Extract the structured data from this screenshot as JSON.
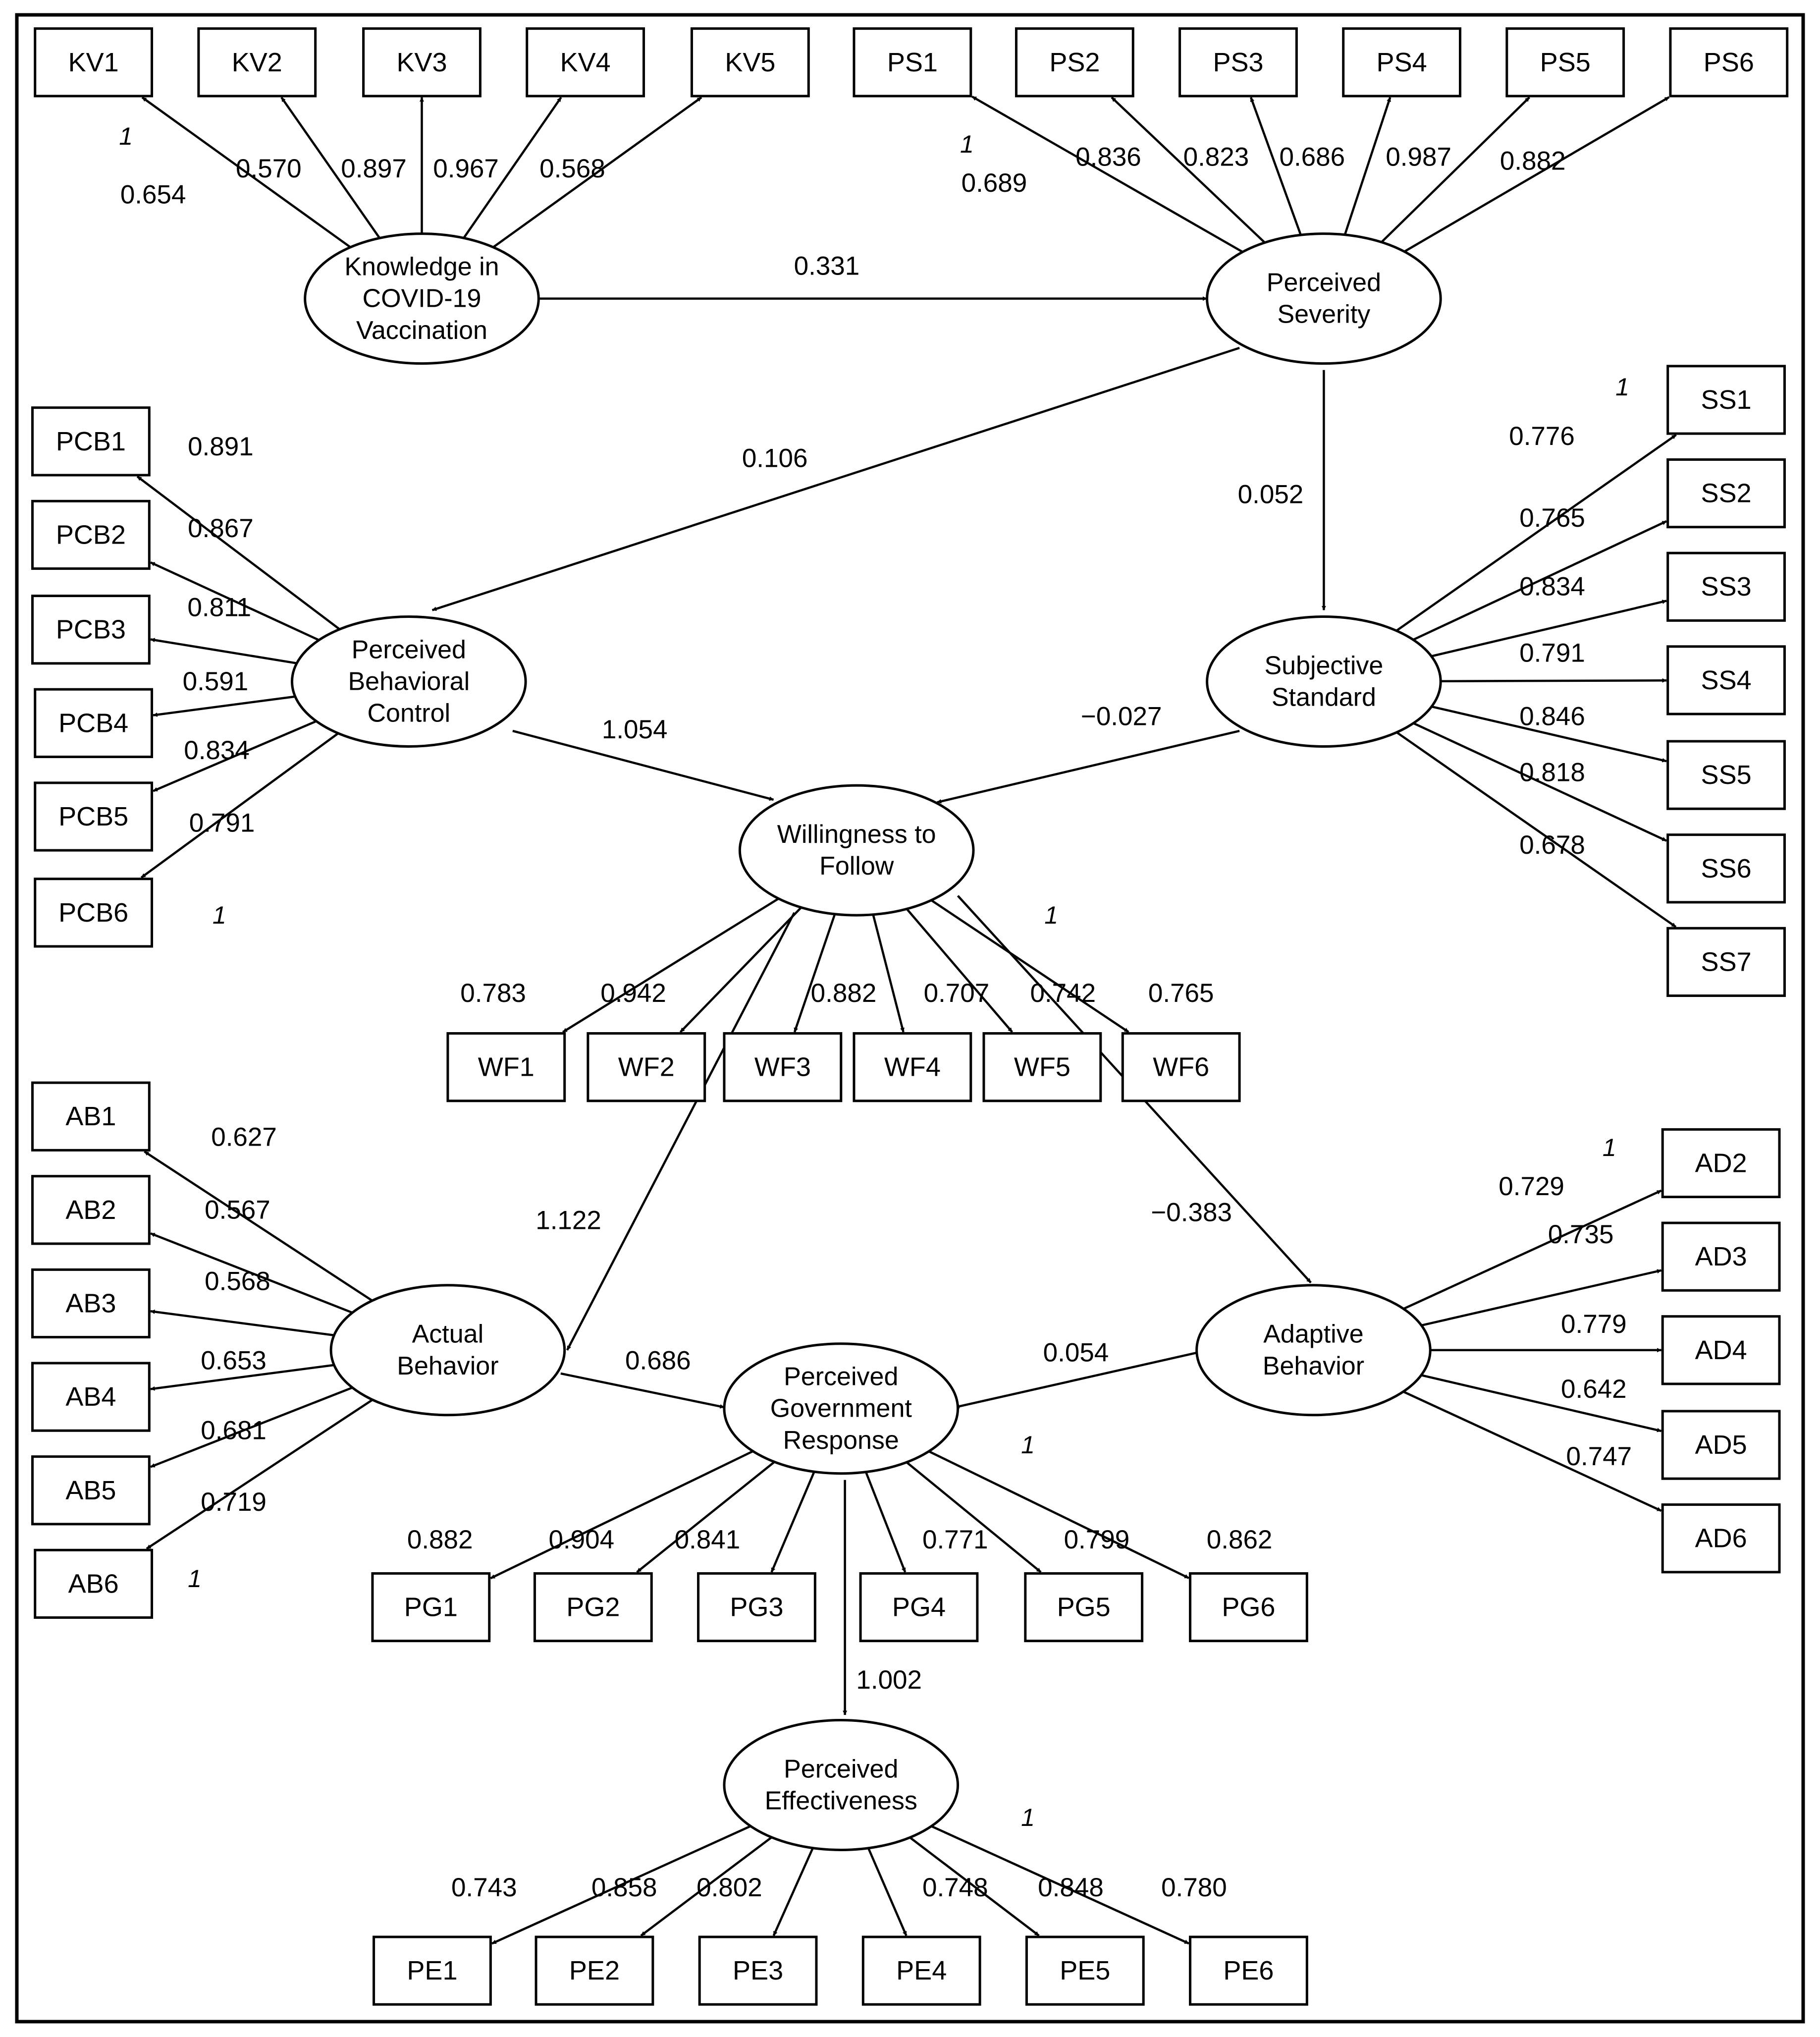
{
  "latents": {
    "kv": {
      "label": [
        "Knowledge in",
        "COVID-19",
        "Vaccination"
      ]
    },
    "ps": {
      "label": [
        "Perceived",
        "Severity"
      ]
    },
    "pcb": {
      "label": [
        "Perceived",
        "Behavioral",
        "Control"
      ]
    },
    "ss": {
      "label": [
        "Subjective",
        "Standard"
      ]
    },
    "wf": {
      "label": [
        "Willingness to",
        "Follow"
      ]
    },
    "ab": {
      "label": [
        "Actual",
        "Behavior"
      ]
    },
    "ad": {
      "label": [
        "Adaptive",
        "Behavior"
      ]
    },
    "pg": {
      "label": [
        "Perceived",
        "Government",
        "Response"
      ]
    },
    "pe": {
      "label": [
        "Perceived",
        "Effectiveness"
      ]
    }
  },
  "indicators": {
    "kv": {
      "items": [
        "KV1",
        "KV2",
        "KV3",
        "KV4",
        "KV5"
      ],
      "loadings": [
        "0.654",
        "0.570",
        "0.897",
        "0.967",
        "0.568"
      ],
      "fixed_index": 0
    },
    "ps": {
      "items": [
        "PS1",
        "PS2",
        "PS3",
        "PS4",
        "PS5",
        "PS6"
      ],
      "loadings": [
        "0.689",
        "0.836",
        "0.823",
        "0.686",
        "0.987",
        "0.882"
      ],
      "fixed_index": 0
    },
    "pcb": {
      "items": [
        "PCB1",
        "PCB2",
        "PCB3",
        "PCB4",
        "PCB5",
        "PCB6"
      ],
      "loadings": [
        "0.891",
        "0.867",
        "0.811",
        "0.591",
        "0.834",
        "0.791"
      ],
      "fixed_index": 5
    },
    "ss": {
      "items": [
        "SS1",
        "SS2",
        "SS3",
        "SS4",
        "SS5",
        "SS6",
        "SS7"
      ],
      "loadings": [
        "0.776",
        "0.765",
        "0.834",
        "0.791",
        "0.846",
        "0.818",
        "0.678"
      ],
      "fixed_index": 0
    },
    "wf": {
      "items": [
        "WF1",
        "WF2",
        "WF3",
        "WF4",
        "WF5",
        "WF6"
      ],
      "loadings": [
        "0.783",
        "0.942",
        "0.882",
        "0.707",
        "0.742",
        "0.765"
      ],
      "fixed_index": 5
    },
    "ab": {
      "items": [
        "AB1",
        "AB2",
        "AB3",
        "AB4",
        "AB5",
        "AB6"
      ],
      "loadings": [
        "0.627",
        "0.567",
        "0.568",
        "0.653",
        "0.681",
        "0.719"
      ],
      "fixed_index": 5
    },
    "ad": {
      "items": [
        "AD2",
        "AD3",
        "AD4",
        "AD5",
        "AD6"
      ],
      "loadings": [
        "0.729",
        "0.735",
        "0.779",
        "0.642",
        "0.747"
      ],
      "fixed_index": 0
    },
    "pg": {
      "items": [
        "PG1",
        "PG2",
        "PG3",
        "PG4",
        "PG5",
        "PG6"
      ],
      "loadings": [
        "0.882",
        "0.904",
        "0.841",
        "0.771",
        "0.799",
        "0.862"
      ],
      "fixed_index": 5
    },
    "pe": {
      "items": [
        "PE1",
        "PE2",
        "PE3",
        "PE4",
        "PE5",
        "PE6"
      ],
      "loadings": [
        "0.743",
        "0.858",
        "0.802",
        "0.748",
        "0.848",
        "0.780"
      ],
      "fixed_index": 5
    }
  },
  "fixed_marker": "1",
  "paths": [
    {
      "from": "kv",
      "to": "ps",
      "coef": "0.331"
    },
    {
      "from": "ps",
      "to": "pcb",
      "coef": "0.106"
    },
    {
      "from": "ps",
      "to": "ss",
      "coef": "0.052"
    },
    {
      "from": "pcb",
      "to": "wf",
      "coef": "1.054"
    },
    {
      "from": "ss",
      "to": "wf",
      "coef": "−0.027"
    },
    {
      "from": "wf",
      "to": "ab",
      "coef": "1.122"
    },
    {
      "from": "wf",
      "to": "ad",
      "coef": "−0.383"
    },
    {
      "from": "ab",
      "to": "pg",
      "coef": "0.686"
    },
    {
      "from": "ad",
      "to": "pg",
      "coef": "0.054"
    },
    {
      "from": "pg",
      "to": "pe",
      "coef": "1.002"
    }
  ]
}
